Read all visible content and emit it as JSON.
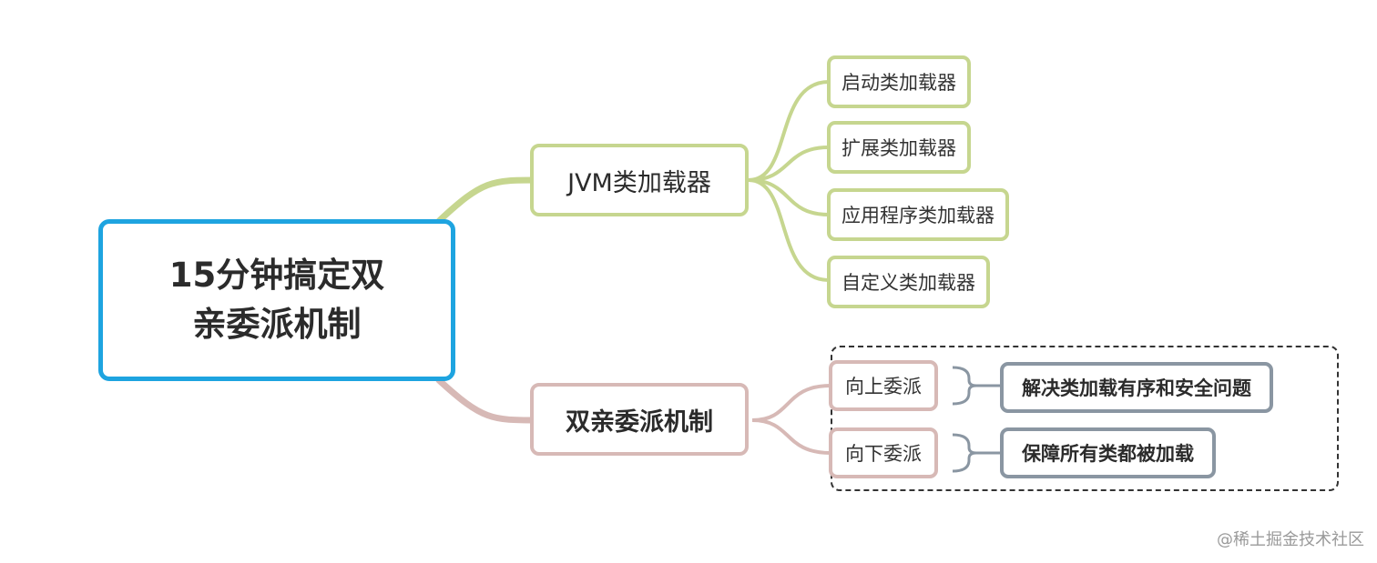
{
  "root": {
    "line1": "15分钟搞定双",
    "line2": "亲委派机制"
  },
  "branches": [
    {
      "label": "JVM类加载器",
      "color": "#c6d68f",
      "children": [
        "启动类加载器",
        "扩展类加载器",
        "应用程序类加载器",
        "自定义类加载器"
      ]
    },
    {
      "label": "双亲委派机制",
      "color": "#d7b9b6",
      "children": [
        {
          "label": "向上委派",
          "summary": "解决类加载有序和安全问题"
        },
        {
          "label": "向下委派",
          "summary": "保障所有类都被加载"
        }
      ]
    }
  ],
  "colors": {
    "root_border": "#1ea4e0",
    "summary_border": "#8a96a2"
  },
  "watermark": "@稀土掘金技术社区"
}
